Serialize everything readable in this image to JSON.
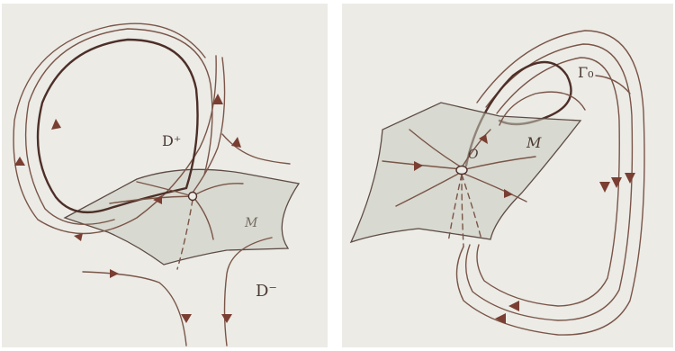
{
  "left_figure": {
    "labels": {
      "d_plus": "D⁺",
      "d_minus": "D⁻",
      "manifold": "M"
    }
  },
  "right_figure": {
    "labels": {
      "gamma": "Γ₀",
      "origin": "O",
      "manifold": "M"
    }
  },
  "colors": {
    "paper": "#ecebe6",
    "ink": "#7a5548",
    "ink_dark": "#4d2f28",
    "surface": "#c9cbbd"
  }
}
